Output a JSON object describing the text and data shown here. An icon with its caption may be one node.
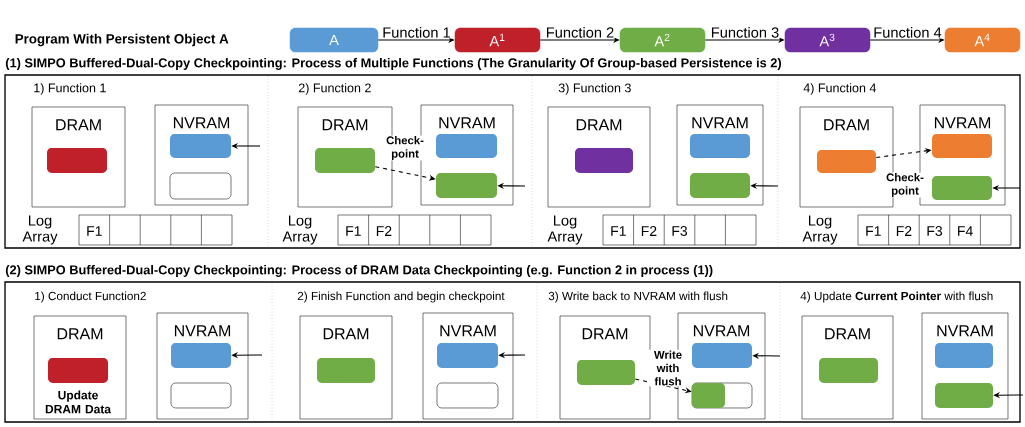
{
  "diagram": {
    "title": "Program With Persistent Object A",
    "nodes": [
      {
        "text": [
          "A"
        ]
      },
      {
        "text": [
          "A$^{1}$"
        ]
      },
      {
        "text": [
          "A$^{2}$"
        ]
      },
      {
        "text": [
          "A$^{3}$"
        ]
      },
      {
        "text": [
          "A$^{4}$"
        ]
      },
      {
        "text": [
          "(1) SIMPO Buffered-Dual-Copy Checkpointing: Process of Multiple Functions (The Granularity Of Group-based Persistence is 2)"
        ]
      },
      {
        "text": [
          "DRAM"
        ],
        "in": 5
      },
      {
        "text": [],
        "shape": "box",
        "in": 6
      },
      {
        "text": [
          "NVRAM"
        ],
        "in": 5
      },
      {
        "text": [],
        "shape": "box",
        "in": 8
      },
      {
        "text": [],
        "shape": "box",
        "in": 8
      },
      {
        "text": [
          "DRAM"
        ],
        "in": 5
      },
      {
        "text": [],
        "shape": "box",
        "in": 11
      },
      {
        "text": [
          "NVRAM"
        ],
        "in": 5
      },
      {
        "text": [],
        "shape": "box",
        "in": 13
      },
      {
        "text": [],
        "shape": "box",
        "in": 13
      },
      {
        "text": [
          "DRAM"
        ],
        "in": 5
      },
      {
        "text": [],
        "shape": "box",
        "in": 16
      },
      {
        "text": [
          "NVRAM"
        ],
        "in": 5
      },
      {
        "text": [],
        "shape": "box",
        "in": 18
      },
      {
        "text": [],
        "shape": "box",
        "in": 18
      },
      {
        "text": [
          "DRAM"
        ],
        "in": 5
      },
      {
        "text": [],
        "shape": "box",
        "in": 21
      },
      {
        "text": [
          "NVRAM"
        ],
        "in": 5
      },
      {
        "text": [],
        "shape": "box",
        "in": 23
      },
      {
        "text": [],
        "shape": "box",
        "in": 23
      },
      {
        "text": [
          "(2) SIMPO Buffered-Dual-Copy Checkpointing: Process of DRAM Data Checkpointing (e.g. Function 2 in process (1))"
        ]
      },
      {
        "text": [
          "DRAM"
        ],
        "in": 26
      },
      {
        "text": [],
        "shape": "box",
        "in": 27,
        "beside": [
          "Update DRAM Data"
        ]
      },
      {
        "text": [
          "NVRAM"
        ],
        "in": 26
      },
      {
        "text": [],
        "shape": "box",
        "in": 29
      },
      {
        "text": [],
        "shape": "box",
        "in": 29
      },
      {
        "text": [
          "DRAM"
        ],
        "in": 26
      },
      {
        "text": [],
        "shape": "box",
        "in": 32
      },
      {
        "text": [
          "NVRAM"
        ],
        "in": 26
      },
      {
        "text": [],
        "shape": "box",
        "in": 34
      },
      {
        "text": [],
        "shape": "box",
        "in": 34
      },
      {
        "text": [
          "DRAM"
        ],
        "in": 26
      },
      {
        "text": [],
        "shape": "box",
        "in": 37
      },
      {
        "text": [
          "NVRAM"
        ],
        "in": 26
      },
      {
        "text": [],
        "shape": "box",
        "in": 39
      },
      {
        "text": [],
        "shape": "box",
        "in": 39
      },
      {
        "text": [],
        "shape": "box",
        "in": 41
      },
      {
        "text": [
          "DRAM"
        ],
        "in": 26
      },
      {
        "text": [],
        "shape": "box",
        "in": 43
      },
      {
        "text": [
          "NVRAM"
        ],
        "in": 26
      },
      {
        "text": [],
        "shape": "box",
        "in": 45
      },
      {
        "text": [],
        "shape": "box",
        "in": 45
      }
    ],
    "edges": [
      {
        "from": 0,
        "to": 1,
        "arrow": "to",
        "label": "Function 1"
      },
      {
        "from": 1,
        "to": 2,
        "arrow": "to",
        "label": "Function 2"
      },
      {
        "from": 2,
        "to": 3,
        "arrow": "to",
        "label": "Function 3"
      },
      {
        "from": 3,
        "to": 4,
        "arrow": "to",
        "label": "Function 4"
      },
      {
        "from": null,
        "to": 9,
        "arrow": "to"
      },
      {
        "from": 12,
        "to": 15,
        "arrow": "to",
        "style": "dashed",
        "label": "Check- point"
      },
      {
        "from": null,
        "to": 15,
        "arrow": "to"
      },
      {
        "from": null,
        "to": 20,
        "arrow": "to"
      },
      {
        "from": 22,
        "to": 24,
        "arrow": "to",
        "style": "dashed",
        "label": "Check- point"
      },
      {
        "from": null,
        "to": 25,
        "arrow": "to"
      },
      {
        "from": null,
        "to": 30,
        "arrow": "to"
      },
      {
        "from": null,
        "to": 35,
        "arrow": "to"
      },
      {
        "from": 38,
        "to": 42,
        "arrow": "to",
        "style": "dashed",
        "label": "Write with flush"
      },
      {
        "from": null,
        "to": 40,
        "arrow": "to"
      },
      {
        "from": null,
        "to": 47,
        "arrow": "to"
      }
    ],
    "labels": [
      "1) Function 1",
      "Log Array",
      "F1",
      "2) Function 2",
      "Log Array",
      "F1",
      "F2",
      "3) Function 3",
      "Log Array",
      "F1",
      "F2",
      "F3",
      "4) Function 4",
      "Log Array",
      "F1",
      "F2",
      "F3",
      "F4",
      "1) Conduct Function2",
      "2) Finish Function and begin checkpoint",
      "3) Write back to NVRAM with flush",
      "4) Update **Current Pointer** with flush"
    ]
  }
}
